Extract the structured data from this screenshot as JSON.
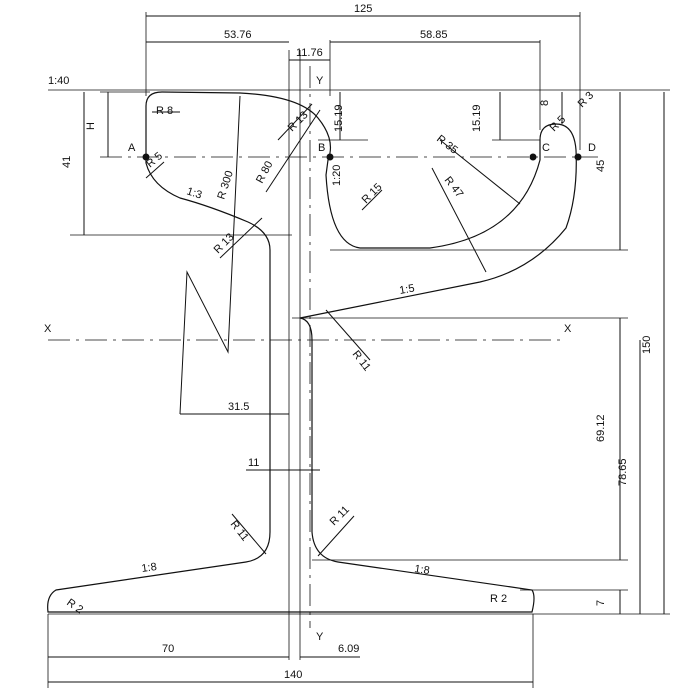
{
  "dimensions": {
    "overall_width_top": "125",
    "head_left": "53.76",
    "web_thickness_top": "11.76",
    "head_right": "58.85",
    "slope_top": "1:40",
    "h_label": "H",
    "depth_41": "41",
    "depth_45": "45",
    "depth_15_19_left": "15.19",
    "depth_15_19_right": "15.19",
    "depth_8": "8",
    "height_150": "150",
    "height_78_65": "78.65",
    "height_69_12": "69.12",
    "flange_7": "7",
    "width_70": "70",
    "width_140": "140",
    "offset_6_09": "6.09",
    "web_11": "11",
    "dim_31_5": "31.5",
    "slope_1_3": "1:3",
    "slope_1_5": "1:5",
    "slope_1_8_left": "1:8",
    "slope_1_8_right": "1:8",
    "slope_1_20": "1:20"
  },
  "radii": {
    "r8": "R 8",
    "r5_left": "R 5",
    "r300": "R 300",
    "r80": "R 80",
    "r13_top": "R 13",
    "r13_mid": "R 13",
    "r15": "R 15",
    "r35": "R 35",
    "r47": "R 47",
    "r5_right": "R 5",
    "r3": "R 3",
    "r11_right_top": "R 11",
    "r11_left_bottom": "R 11",
    "r11_right_bottom": "R 11",
    "r2_left": "R 2",
    "r2_right": "R 2"
  },
  "points": {
    "a": "A",
    "b": "B",
    "c": "C",
    "d": "D"
  },
  "axes": {
    "x_left": "X",
    "x_right": "X",
    "y_top": "Y",
    "y_bottom": "Y"
  }
}
